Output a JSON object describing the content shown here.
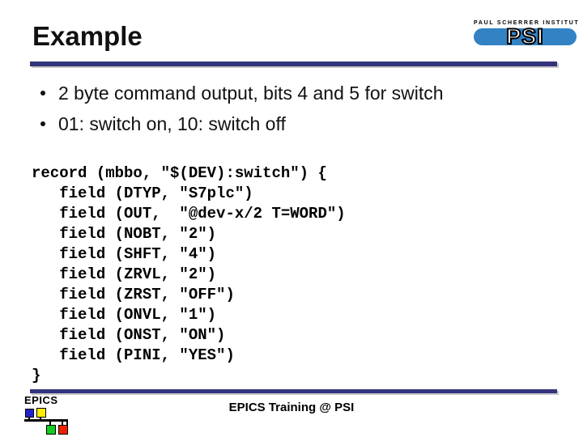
{
  "slide": {
    "title": "Example",
    "bullets": [
      "2 byte command output, bits 4 and 5 for switch",
      "01: switch on, 10: switch off"
    ],
    "code_lines": [
      "record (mbbo, \"$(DEV):switch\") {",
      "   field (DTYP, \"S7plc\")",
      "   field (OUT,  \"@dev-x/2 T=WORD\")",
      "   field (NOBT, \"2\")",
      "   field (SHFT, \"4\")",
      "   field (ZRVL, \"2\")",
      "   field (ZRST, \"OFF\")",
      "   field (ONVL, \"1\")",
      "   field (ONST, \"ON\")",
      "   field (PINI, \"YES\")",
      "}"
    ],
    "footer": "EPICS Training @ PSI"
  },
  "psi_logo": {
    "institute": "PAUL SCHERRER INSTITUT",
    "acronym": "PSI",
    "oval_color": "#3282c4"
  },
  "epics_logo": {
    "label": "EPICS",
    "node_colors": {
      "blue": "#2222cc",
      "yellow": "#ffee00",
      "green": "#11cc22",
      "red": "#ee2200"
    }
  },
  "colors": {
    "rule": "#34347c",
    "text": "#000000",
    "background": "#ffffff"
  }
}
